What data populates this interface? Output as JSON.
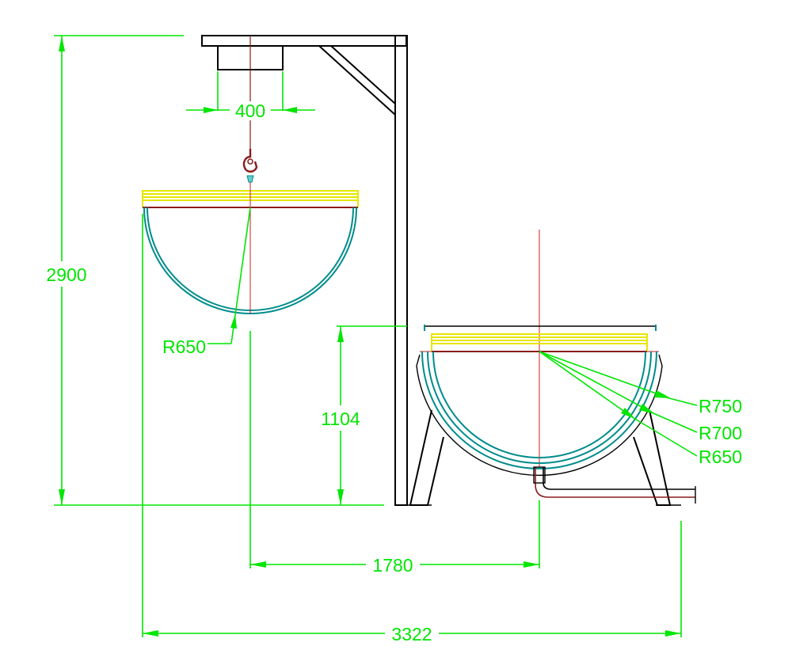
{
  "dimensions": {
    "overall_height": "2900",
    "hook_width": "400",
    "hanging_radius": "R650",
    "vessel_height": "1104",
    "center_distance": "1780",
    "overall_width": "3322",
    "radius_outer": "R750",
    "radius_middle": "R700",
    "radius_inner": "R650"
  },
  "colors": {
    "dimension": "#00e600",
    "structure": "#000000",
    "shell": "#008c8c",
    "rim": "#e6e600",
    "cover_line": "#8b1a1a",
    "centerline": "#cc2222"
  }
}
